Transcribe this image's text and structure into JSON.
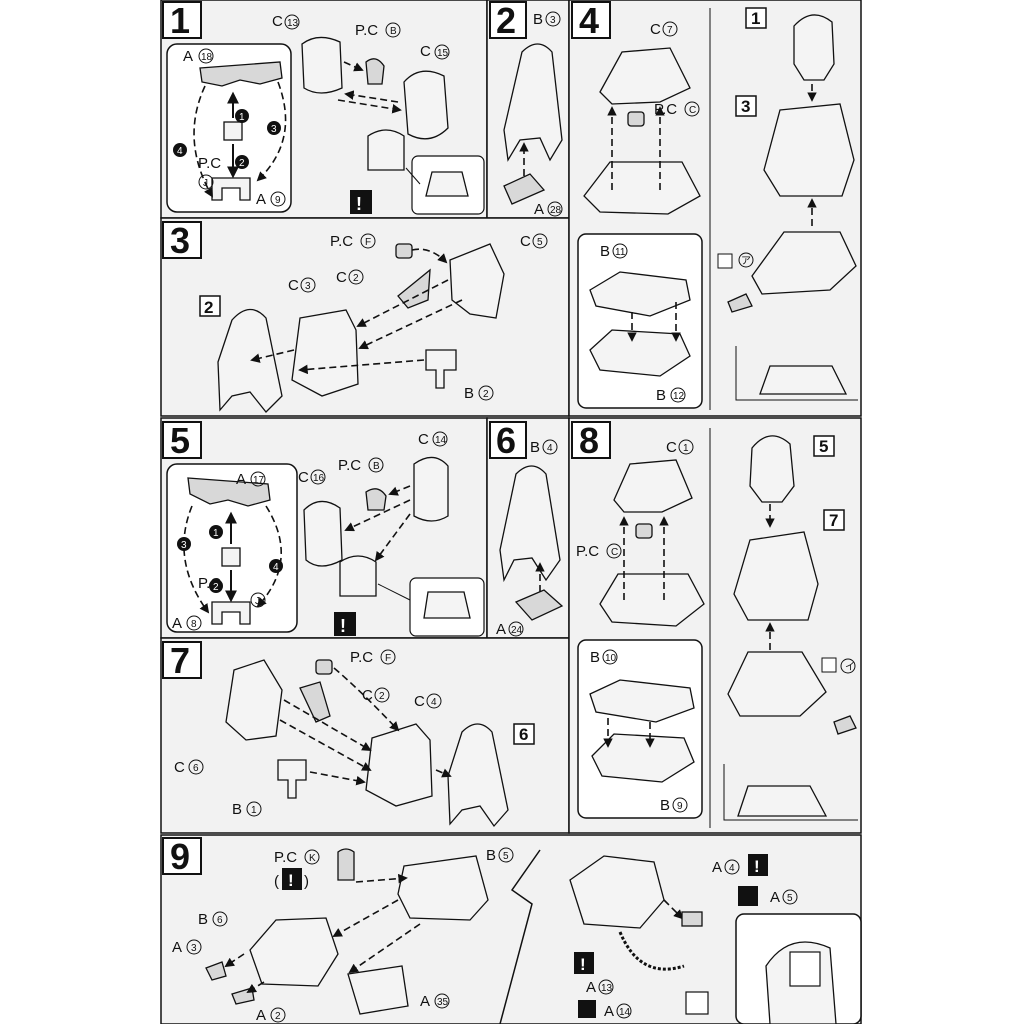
{
  "page": {
    "background": "#ffffff",
    "panel_fill": "#f2f2f2",
    "ink": "#111111"
  },
  "steps": {
    "s1": {
      "number": "1",
      "labels": {
        "a18": "A",
        "c13": "C",
        "pcb": "P.C",
        "c15": "C",
        "pcj": "P.C",
        "a9": "A"
      },
      "circled": {
        "a18": "18",
        "c13": "13",
        "pcb": "B",
        "c15": "15",
        "pcj": "J",
        "a9": "9"
      },
      "order_marks": [
        "1",
        "2",
        "3",
        "4"
      ],
      "warning": "!"
    },
    "s2": {
      "number": "2",
      "labels": {
        "b3": "B",
        "a28": "A"
      },
      "circled": {
        "b3": "3",
        "a28": "28"
      }
    },
    "s3": {
      "number": "3",
      "labels": {
        "pcf": "P.C",
        "c5": "C",
        "c2": "C",
        "c3": "C",
        "b2": "B"
      },
      "circled": {
        "pcf": "F",
        "c5": "5",
        "c2": "2",
        "c3": "3",
        "b2": "2"
      },
      "ref": "2"
    },
    "s4": {
      "number": "4",
      "labels": {
        "c7": "C",
        "pcc": "P.C",
        "b11": "B",
        "b12": "B"
      },
      "circled": {
        "c7": "7",
        "pcc": "C",
        "b11": "11",
        "b12": "12",
        "sticker": "ア"
      },
      "refs": [
        "1",
        "3"
      ]
    },
    "s5": {
      "number": "5",
      "labels": {
        "a17": "A",
        "c14": "C",
        "c16": "C",
        "pcb": "P.C",
        "pcj": "P.C",
        "a8": "A"
      },
      "circled": {
        "a17": "17",
        "c14": "14",
        "c16": "16",
        "pcb": "B",
        "pcj": "J",
        "a8": "8"
      },
      "order_marks": [
        "1",
        "2",
        "3",
        "4"
      ],
      "warning": "!"
    },
    "s6": {
      "number": "6",
      "labels": {
        "b4": "B",
        "a24": "A"
      },
      "circled": {
        "b4": "4",
        "a24": "24"
      }
    },
    "s7": {
      "number": "7",
      "labels": {
        "pcf": "P.C",
        "c2": "C",
        "c4": "C",
        "c6": "C",
        "b1": "B"
      },
      "circled": {
        "pcf": "F",
        "c2": "2",
        "c4": "4",
        "c6": "6",
        "b1": "1"
      },
      "ref": "6"
    },
    "s8": {
      "number": "8",
      "labels": {
        "c1": "C",
        "pcc": "P.C",
        "b10": "B",
        "b9": "B"
      },
      "circled": {
        "c1": "1",
        "pcc": "C",
        "b10": "10",
        "b9": "9",
        "sticker": "イ"
      },
      "refs": [
        "5",
        "7"
      ]
    },
    "s9": {
      "number": "9",
      "labels": {
        "pck": "P.C",
        "b5": "B",
        "b6": "B",
        "a3": "A",
        "a2": "A",
        "a35": "A",
        "a4": "A",
        "a5": "A",
        "a13": "A",
        "a14": "A"
      },
      "circled": {
        "pck": "K",
        "b5": "5",
        "b6": "6",
        "a3": "3",
        "a2": "2",
        "a35": "35",
        "a4": "4",
        "a5": "5",
        "a13": "13",
        "a14": "14"
      },
      "warning": "!",
      "open_paren": "(",
      "close_paren": ")"
    }
  }
}
